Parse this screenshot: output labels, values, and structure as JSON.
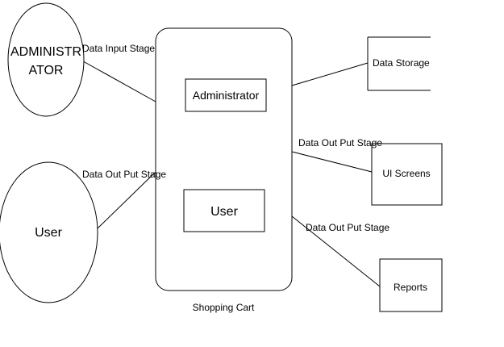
{
  "nodes": {
    "admin_circle": {
      "line1": "ADMINISTR",
      "line2": "ATOR"
    },
    "user_circle": {
      "label": "User"
    },
    "shopping_cart": {
      "caption": "Shopping Cart",
      "admin_box": "Administrator",
      "user_box": "User"
    },
    "data_storage": {
      "label": "Data Storage"
    },
    "ui_screens": {
      "label": "UI Screens"
    },
    "reports": {
      "label": "Reports"
    }
  },
  "edges": {
    "admin_to_cart": "Data Input Stage",
    "user_to_cart": "Data Out Put Stage",
    "cart_to_ui": "Data Out Put Stage",
    "cart_to_reports": "Data Out Put Stage"
  }
}
